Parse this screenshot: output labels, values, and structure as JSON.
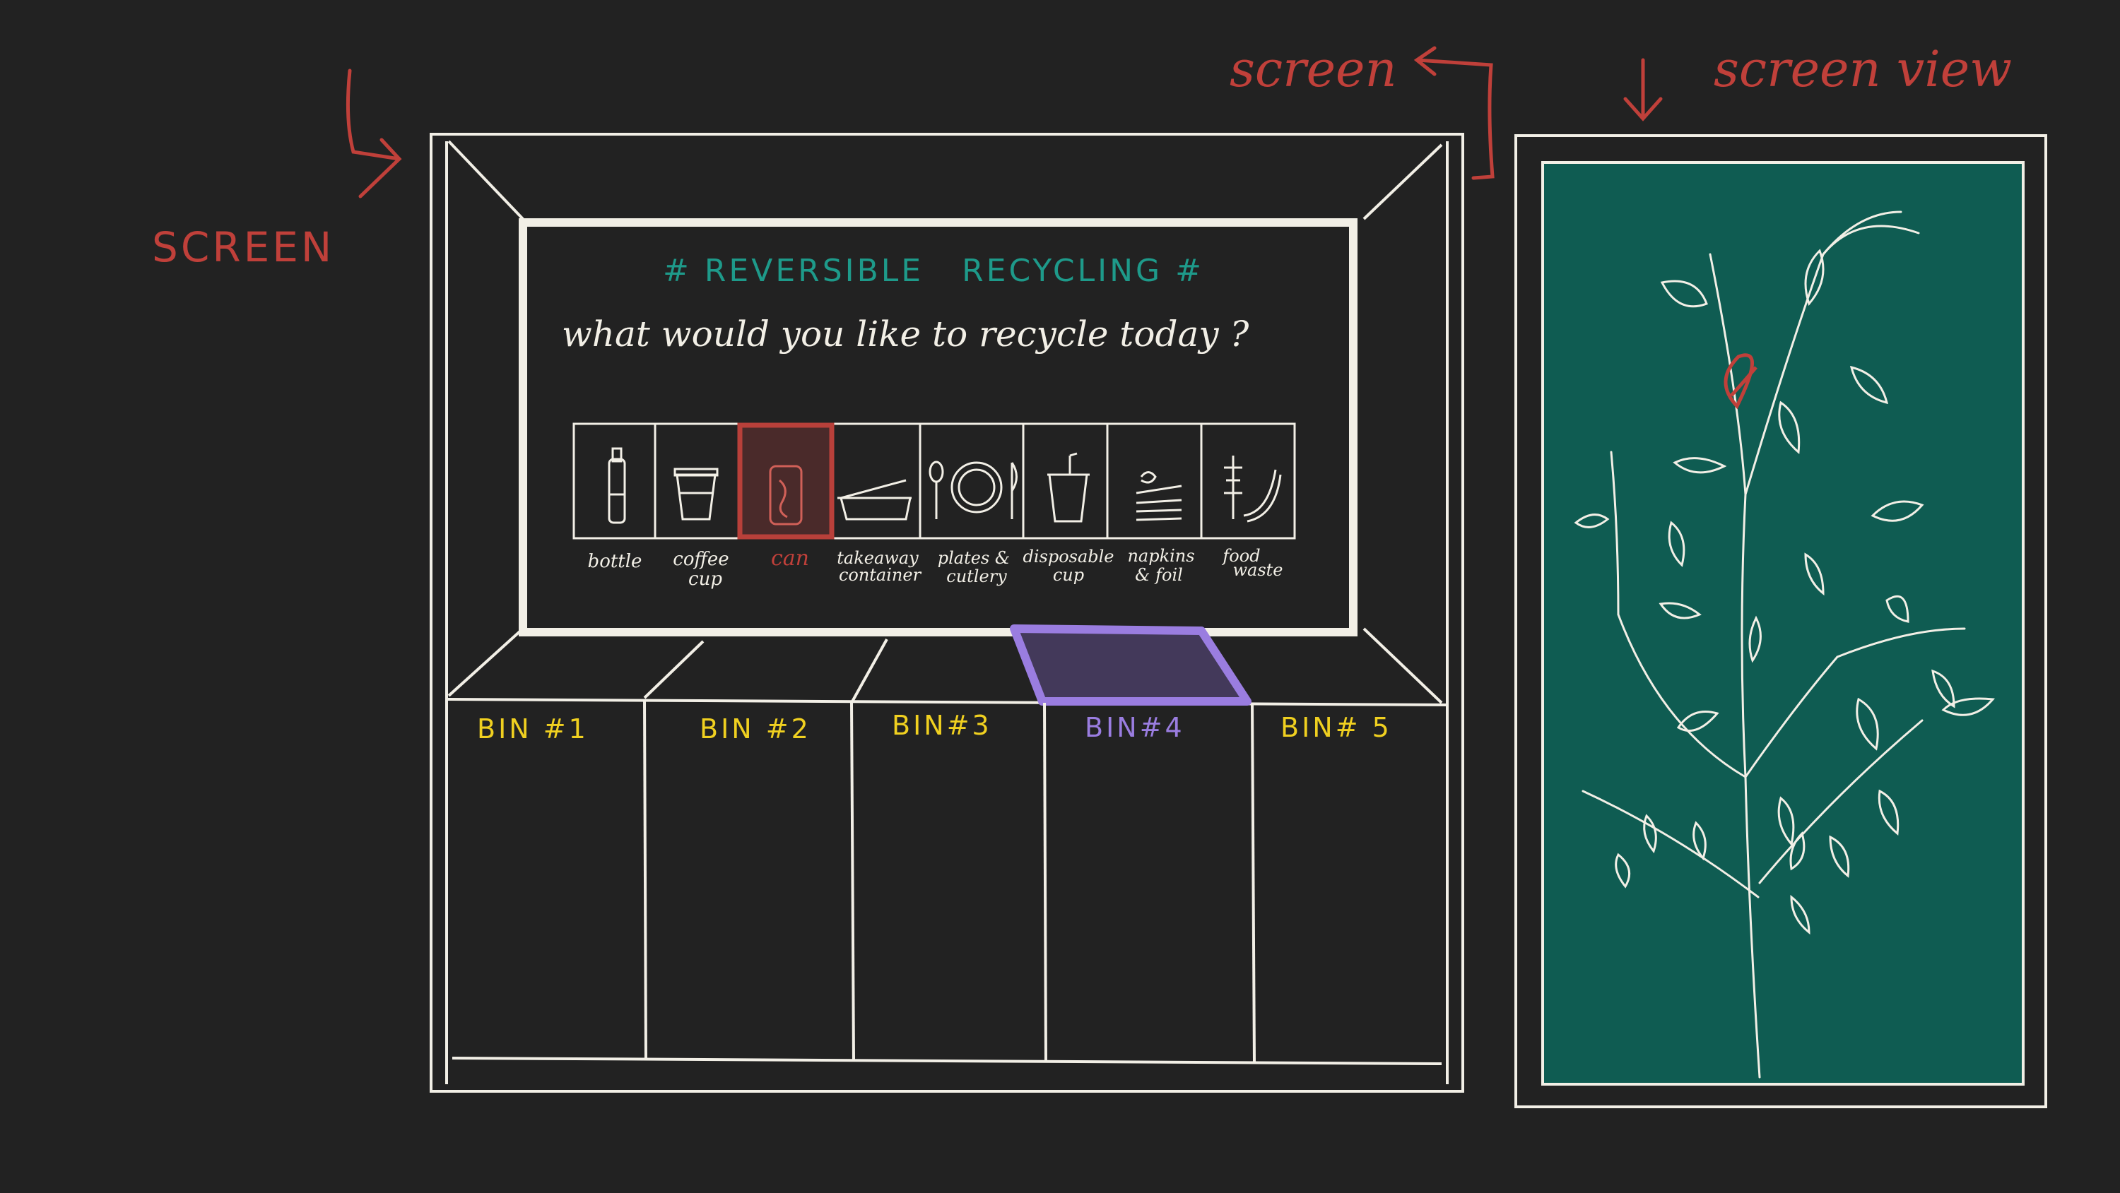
{
  "annotations": {
    "screen_left": "SCREEN",
    "screen_top": "screen",
    "screen_view": "screen view"
  },
  "display": {
    "title": "# REVERSIBLE   RECYCLING #",
    "prompt": "what would you like to recycle today ?",
    "items": [
      {
        "label": "bottle",
        "line2": "",
        "icon": "bottle-icon",
        "selected": false
      },
      {
        "label": "coffee",
        "line2": "cup",
        "icon": "coffee-cup-icon",
        "selected": false
      },
      {
        "label": "can",
        "line2": "",
        "icon": "can-icon",
        "selected": true
      },
      {
        "label": "takeaway",
        "line2": "container",
        "icon": "takeaway-container-icon",
        "selected": false
      },
      {
        "label": "plates &",
        "line2": "cutlery",
        "icon": "plates-cutlery-icon",
        "selected": false
      },
      {
        "label": "disposable",
        "line2": "cup",
        "icon": "disposable-cup-icon",
        "selected": false
      },
      {
        "label": "napkins",
        "line2": "& foil",
        "icon": "napkins-foil-icon",
        "selected": false
      },
      {
        "label": "food",
        "line2": "waste",
        "icon": "food-waste-icon",
        "selected": false
      }
    ]
  },
  "bins": [
    {
      "label": "BIN #1",
      "active": false
    },
    {
      "label": "BIN #2",
      "active": false
    },
    {
      "label": "BIN#3",
      "active": false
    },
    {
      "label": "BIN#4",
      "active": true
    },
    {
      "label": "BIN# 5",
      "active": false
    }
  ],
  "colors": {
    "background": "#222222",
    "line": "#f2efe6",
    "annotation": "#c0403a",
    "title": "#1e9a8a",
    "bin_label": "#f0d020",
    "bin_active": "#9a7de0",
    "panel": "#0f5c52"
  }
}
